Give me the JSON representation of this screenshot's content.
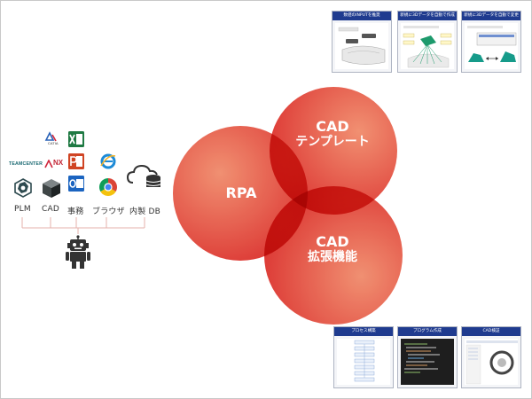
{
  "diagram": {
    "circles": {
      "rpa": {
        "label": "RPA"
      },
      "cad_template": {
        "label_top": "CAD",
        "label_bottom": "テンプレート"
      },
      "cad_extension": {
        "label_top": "CAD",
        "label_bottom": "拡張機能"
      }
    },
    "software": {
      "logos": {
        "teamcenter": "TEAMCENTER",
        "catia": "CATIA",
        "nx": "NX"
      },
      "labels": [
        "PLM",
        "CAD",
        "事務",
        "ブラウザ",
        "内製 DB"
      ],
      "icons": [
        "plm-icon",
        "cad-box-icon",
        "excel-icon",
        "powerpoint-icon",
        "outlook-icon",
        "ie-icon",
        "chrome-icon",
        "cloud-database-icon",
        "robot-icon"
      ]
    },
    "top_thumbnails": [
      {
        "title": "数値のINPUTを推奨"
      },
      {
        "title": "新規に3Dデータを自動で作成"
      },
      {
        "title": "新規に3Dデータを自動で変更"
      }
    ],
    "bottom_thumbnails": [
      {
        "title": "プロセス構築"
      },
      {
        "title": "プログラム作成"
      },
      {
        "title": "CAD検証"
      }
    ],
    "colors": {
      "circle_light": "#f08a6a",
      "circle_dark": "#d81f1f",
      "thumb_header": "#1f3b8f"
    }
  }
}
